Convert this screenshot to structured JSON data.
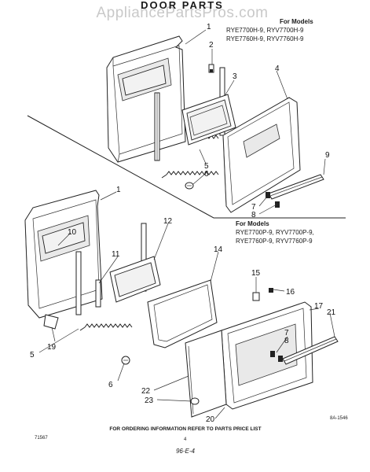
{
  "header": {
    "title": "DOOR PARTS",
    "watermark": "AppliancePartsPros.com"
  },
  "upper_models": {
    "heading": "For Models",
    "line1": "RYE7700H-9, RYV7700H-9",
    "line2": "RYE7760H-9, RYV7760H-9"
  },
  "lower_models": {
    "heading": "For Models",
    "line1": "RYE7700P-9, RYV7700P-9,",
    "line2": "RYE7760P-9, RYV7760P-9"
  },
  "callouts": {
    "c1a": "1",
    "c2": "2",
    "c3": "3",
    "c4": "4",
    "c5a": "5",
    "c6a": "6",
    "c7a": "7",
    "c8a": "8",
    "c9": "9",
    "c1b": "1",
    "c10": "10",
    "c11": "11",
    "c12": "12",
    "c14": "14",
    "c15": "15",
    "c16": "16",
    "c17": "17",
    "c21": "21",
    "c7b": "7",
    "c8b": "8",
    "c19": "19",
    "c5b": "5",
    "c6b": "6",
    "c22": "22",
    "c23": "23",
    "c20": "20"
  },
  "footer": {
    "instruction": "FOR ORDERING INFORMATION REFER TO PARTS PRICE LIST",
    "doc_code": "71567",
    "page_no": "4",
    "drawing_no": "8A-1546",
    "handwritten": "96-E-4"
  }
}
